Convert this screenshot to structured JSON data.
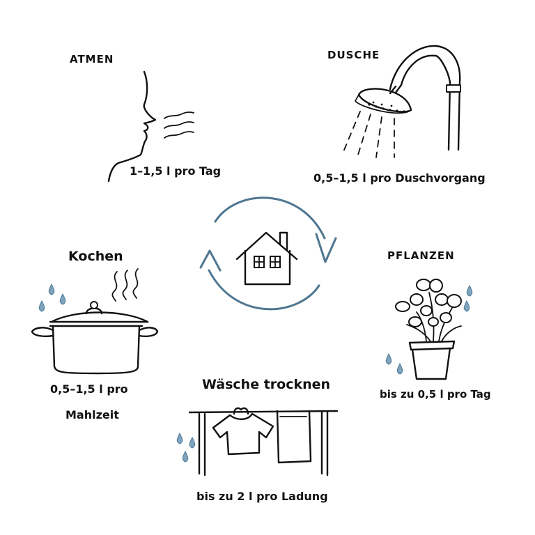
{
  "sources": {
    "breathing": {
      "label": "ATMEN",
      "amount": "1–1,5 l pro Tag",
      "icon": "face-profile-icon"
    },
    "shower": {
      "label": "DUSCHE",
      "amount": "0,5–1,5 l pro Duschvorgang",
      "icon": "shower-head-icon"
    },
    "cooking": {
      "label": "Kochen",
      "amount_line1": "0,5–1,5 l pro",
      "amount_line2": "Mahlzeit",
      "icon": "cooking-pot-icon"
    },
    "plants": {
      "label": "PFLANZEN",
      "amount": "bis zu 0,5 l pro Tag",
      "icon": "potted-plant-icon"
    },
    "laundry": {
      "label": "Wäsche trocknen",
      "amount": "bis zu 2 l pro Ladung",
      "icon": "laundry-rack-icon"
    }
  },
  "center": {
    "icon": "house-icon",
    "cycle_icon": "cycle-arrows-icon"
  },
  "colors": {
    "ink": "#111111",
    "cycle": "#4e7690",
    "drop": "#7fa3bd"
  }
}
